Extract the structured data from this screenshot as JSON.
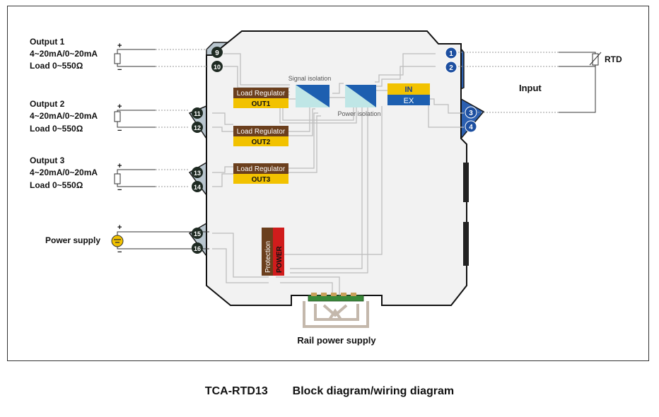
{
  "outputs": [
    {
      "title": "Output 1",
      "range": "4~20mA/0~20mA",
      "load": "Load 0~550Ω",
      "terminals": [
        "9",
        "10"
      ]
    },
    {
      "title": "Output 2",
      "range": "4~20mA/0~20mA",
      "load": "Load 0~550Ω",
      "terminals": [
        "11",
        "12"
      ]
    },
    {
      "title": "Output 3",
      "range": "4~20mA/0~20mA",
      "load": "Load 0~550Ω",
      "terminals": [
        "13",
        "14"
      ]
    }
  ],
  "power": {
    "label": "Power supply",
    "terminals": [
      "15",
      "16"
    ]
  },
  "input": {
    "label": "Input",
    "sensor": "RTD",
    "terminals": [
      "1",
      "2",
      "3",
      "4"
    ]
  },
  "blocks": {
    "regulator": "Load Regulator",
    "out1": "OUT1",
    "out2": "OUT2",
    "out3": "OUT3",
    "signal_isolation": "Signal isolation",
    "power_isolation": "Power isolation",
    "in": "IN",
    "ex": "EX",
    "protection": "Protection",
    "power": "POWER"
  },
  "rail_label": "Rail power supply",
  "signs": {
    "plus": "+",
    "minus": "−"
  },
  "caption": {
    "model": "TCA-RTD13",
    "title": "Block diagram/wiring diagram"
  },
  "colors": {
    "regulator": "#6b3f1d",
    "out": "#f2c200",
    "in": "#f2c200",
    "ex": "#1d5fb0",
    "protection": "#6b3f1d",
    "power": "#d01c1c",
    "terminal_left": "#1e2a22",
    "terminal_right": "#1d4fa0",
    "isolator": "#a8d8d8",
    "isolator_dark": "#1d5fb0"
  }
}
